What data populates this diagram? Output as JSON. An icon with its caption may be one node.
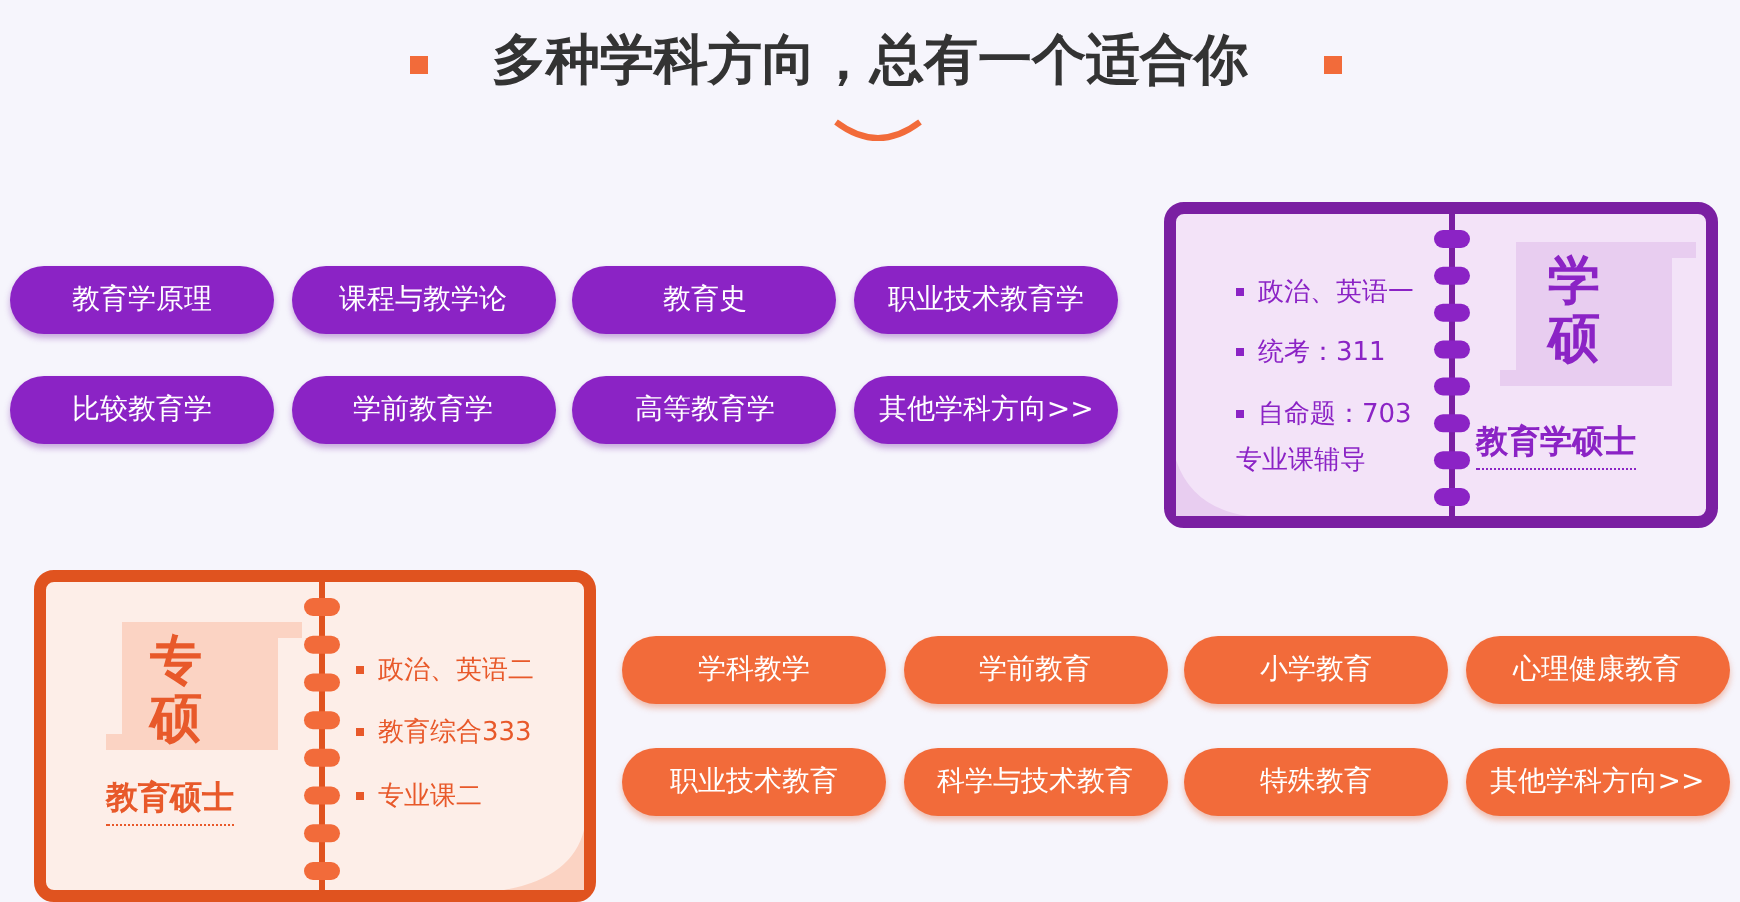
{
  "diagram": {
    "title": "多种学科方向，总有一个适合你",
    "nodes": [
      {
        "text": [
          "教育学原理"
        ]
      },
      {
        "text": [
          "课程与教学论"
        ]
      },
      {
        "text": [
          "教育史"
        ]
      },
      {
        "text": [
          "职业技术教育学"
        ]
      },
      {
        "text": [
          "比较教育学"
        ]
      },
      {
        "text": [
          "学前教育学"
        ]
      },
      {
        "text": [
          "高等教育学"
        ]
      },
      {
        "text": [
          "其他学科方向>>"
        ]
      },
      {
        "text": [
          "政治、英语一",
          "统考：311",
          "自命题：703",
          "专业课辅导",
          "学硕",
          "教育学硕士"
        ]
      },
      {
        "text": [
          "专硕",
          "教育硕士",
          "政治、英语二",
          "教育综合333",
          "专业课二"
        ]
      },
      {
        "text": [
          "学科教学"
        ]
      },
      {
        "text": [
          "学前教育"
        ]
      },
      {
        "text": [
          "小学教育"
        ]
      },
      {
        "text": [
          "心理健康教育"
        ]
      },
      {
        "text": [
          "职业技术教育"
        ]
      },
      {
        "text": [
          "科学与技术教育"
        ]
      },
      {
        "text": [
          "特殊教育"
        ]
      },
      {
        "text": [
          "其他学科方向>>"
        ]
      }
    ]
  }
}
